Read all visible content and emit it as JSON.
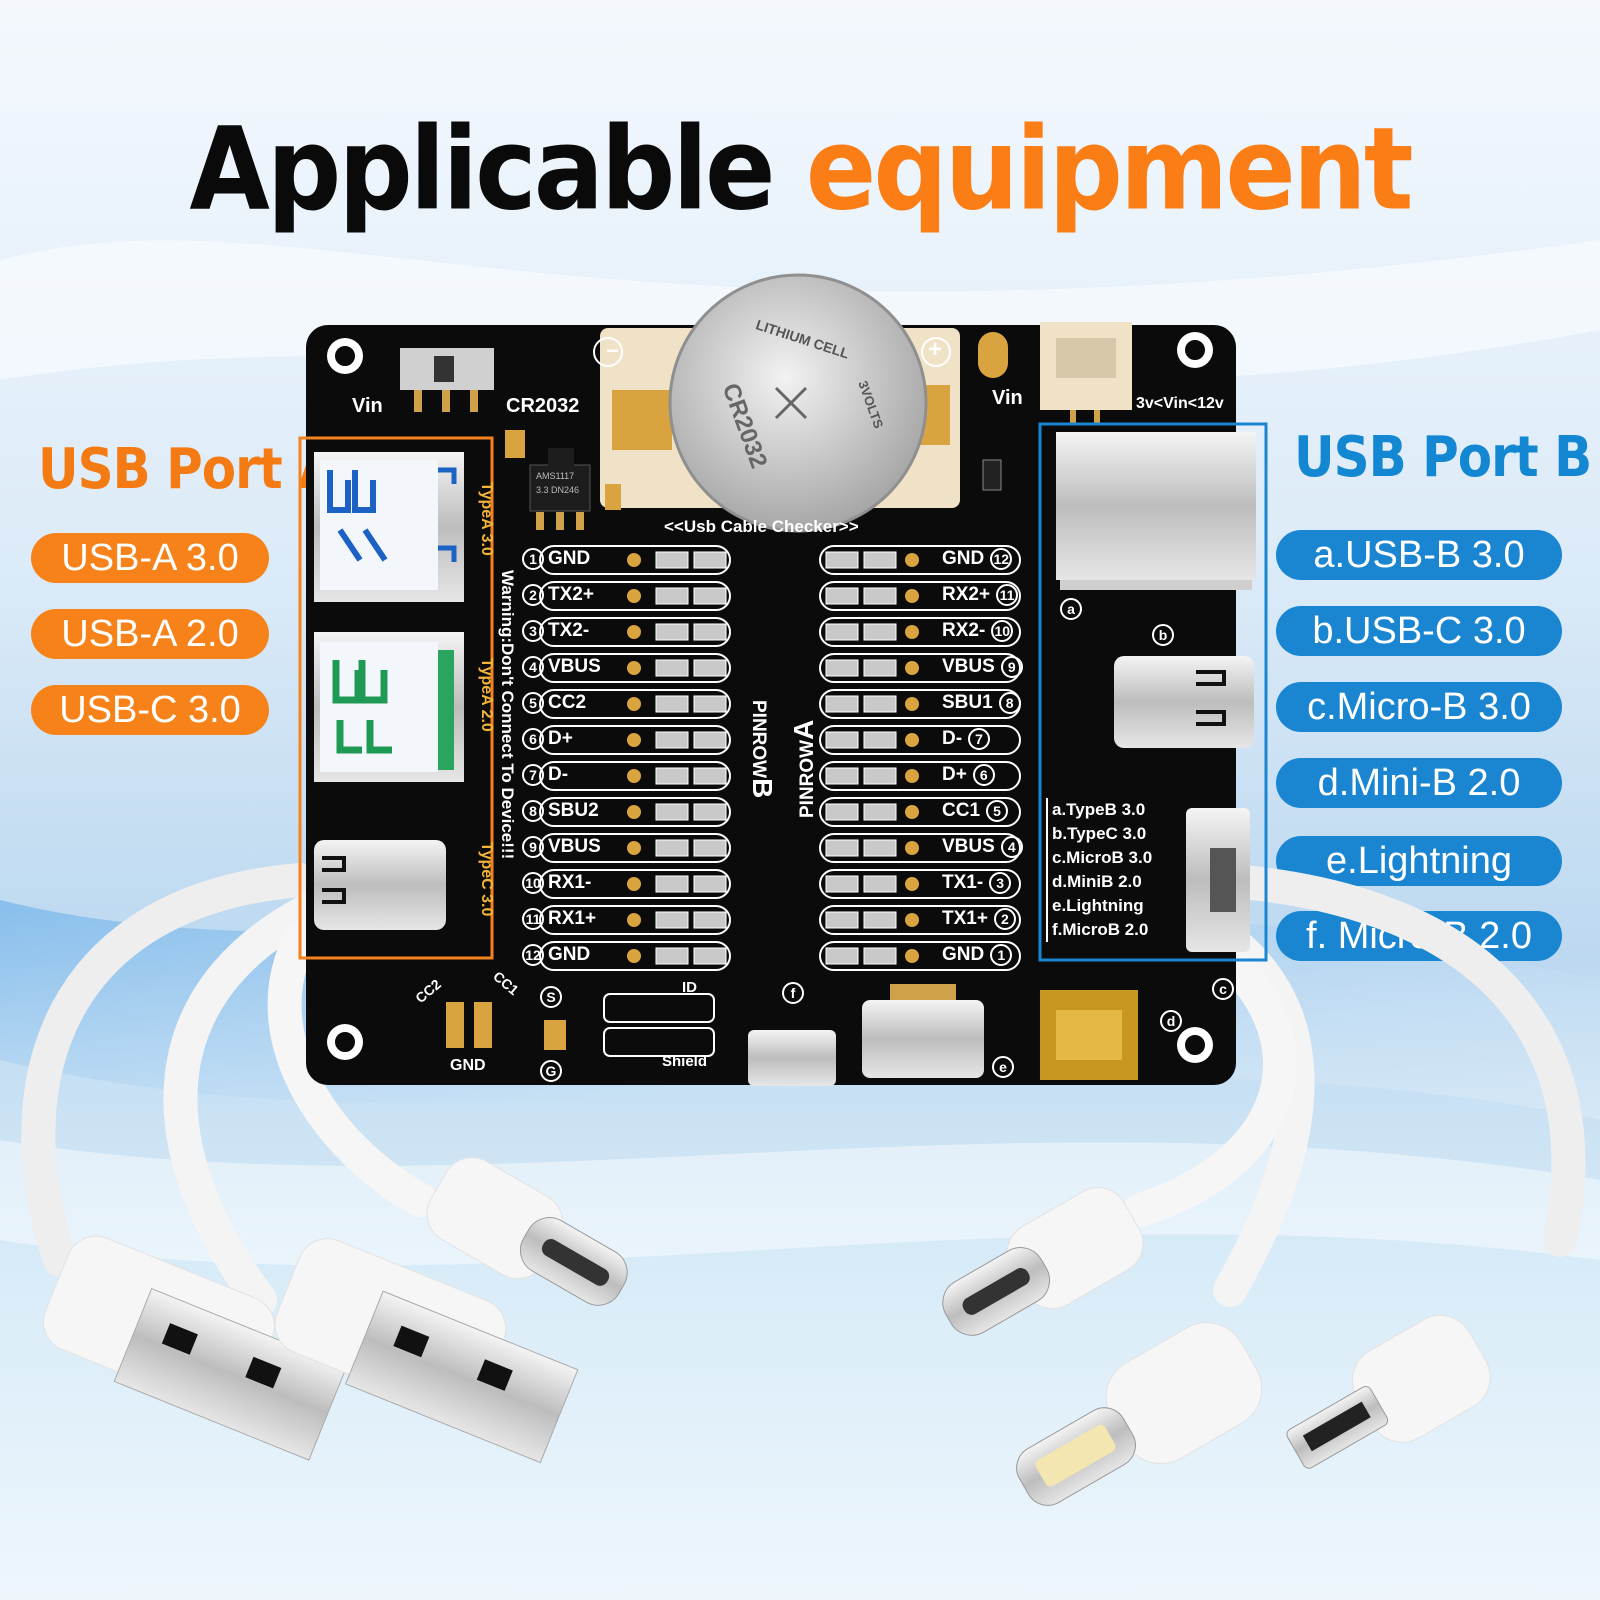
{
  "title": {
    "part1": "Applicable",
    "part2": "equipment"
  },
  "port_a": {
    "heading": "USB Port A",
    "items": [
      "USB-A 3.0",
      "USB-A 2.0",
      "USB-C 3.0"
    ]
  },
  "port_b": {
    "heading": "USB Port B",
    "items": [
      "a.USB-B 3.0",
      "b.USB-C 3.0",
      "c.Micro-B 3.0",
      "d.Mini-B 2.0",
      "e.Lightning",
      "f. Micro-B 2.0"
    ]
  },
  "board": {
    "vin_left": "Vin",
    "cr2032": "CR2032",
    "vin_right": "Vin",
    "vin_range": "3v<Vin<12v",
    "checker": "<<Usb Cable Checker>>",
    "battery_lines": [
      "LITHIUM CELL",
      "3VOLTS",
      "CR2032"
    ],
    "regulator": [
      "AMS1117",
      "3.3  DN246"
    ],
    "type_a30": "TypeA 3.0",
    "type_a20": "TypeA 2.0",
    "type_c30": "TypeC 3.0",
    "warning": "Warning:Don't Connect To Device!!!",
    "pinrow_b": "PINROW",
    "pinrow_b_letter": "B",
    "pinrow_a": "PINROW",
    "pinrow_a_letter": "A",
    "left_pins": [
      "GND",
      "TX2+",
      "TX2-",
      "VBUS",
      "CC2",
      "D+",
      "D-",
      "SBU2",
      "VBUS",
      "RX1-",
      "RX1+",
      "GND"
    ],
    "right_pins": [
      "GND",
      "RX2+",
      "RX2-",
      "VBUS",
      "SBU1",
      "D-",
      "D+",
      "CC1",
      "VBUS",
      "TX1-",
      "TX1+",
      "GND"
    ],
    "right_nums": [
      "12",
      "11",
      "10",
      "9",
      "8",
      "7",
      "6",
      "5",
      "4",
      "3",
      "2",
      "1"
    ],
    "port_list": [
      "a.TypeB 3.0",
      "b.TypeC 3.0",
      "c.MicroB 3.0",
      "d.MiniB 2.0",
      "e.Lightning",
      "f.MicroB 2.0"
    ],
    "cc2": "CC2",
    "cc1": "CC1",
    "gnd": "GND",
    "s": "S",
    "g": "G",
    "id": "ID",
    "shield": "Shield",
    "letters": {
      "a": "a",
      "b": "b",
      "c": "c",
      "d": "d",
      "e": "e",
      "f": "f"
    },
    "minus": "−",
    "plus": "+"
  },
  "colors": {
    "orange": "#f68219",
    "blue": "#1a85d1",
    "pcb": "#0b0b0b",
    "gold": "#d9a440"
  }
}
